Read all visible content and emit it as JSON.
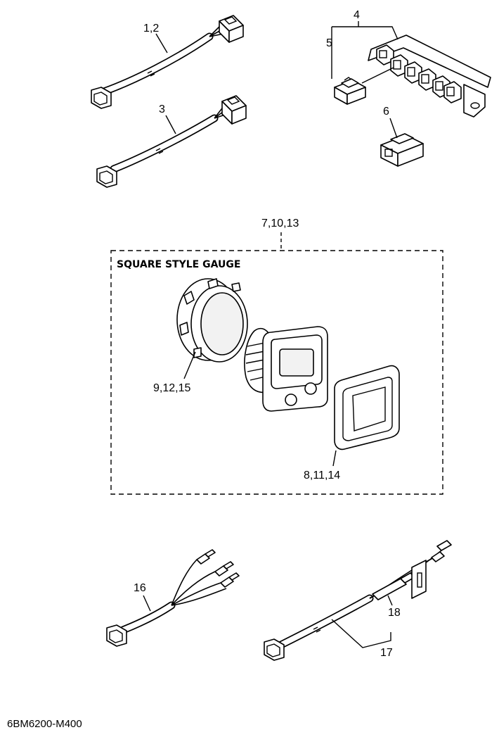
{
  "labels": {
    "part_1_2": "1,2",
    "part_3": "3",
    "part_4": "4",
    "part_5": "5",
    "part_6": "6",
    "part_7_10_13": "7,10,13",
    "part_9_12_15": "9,12,15",
    "part_8_11_14": "8,11,14",
    "part_16": "16",
    "part_17": "17",
    "part_18": "18"
  },
  "box_title": "SQUARE STYLE GAUGE",
  "diagram_code": "6BM6200-M400"
}
